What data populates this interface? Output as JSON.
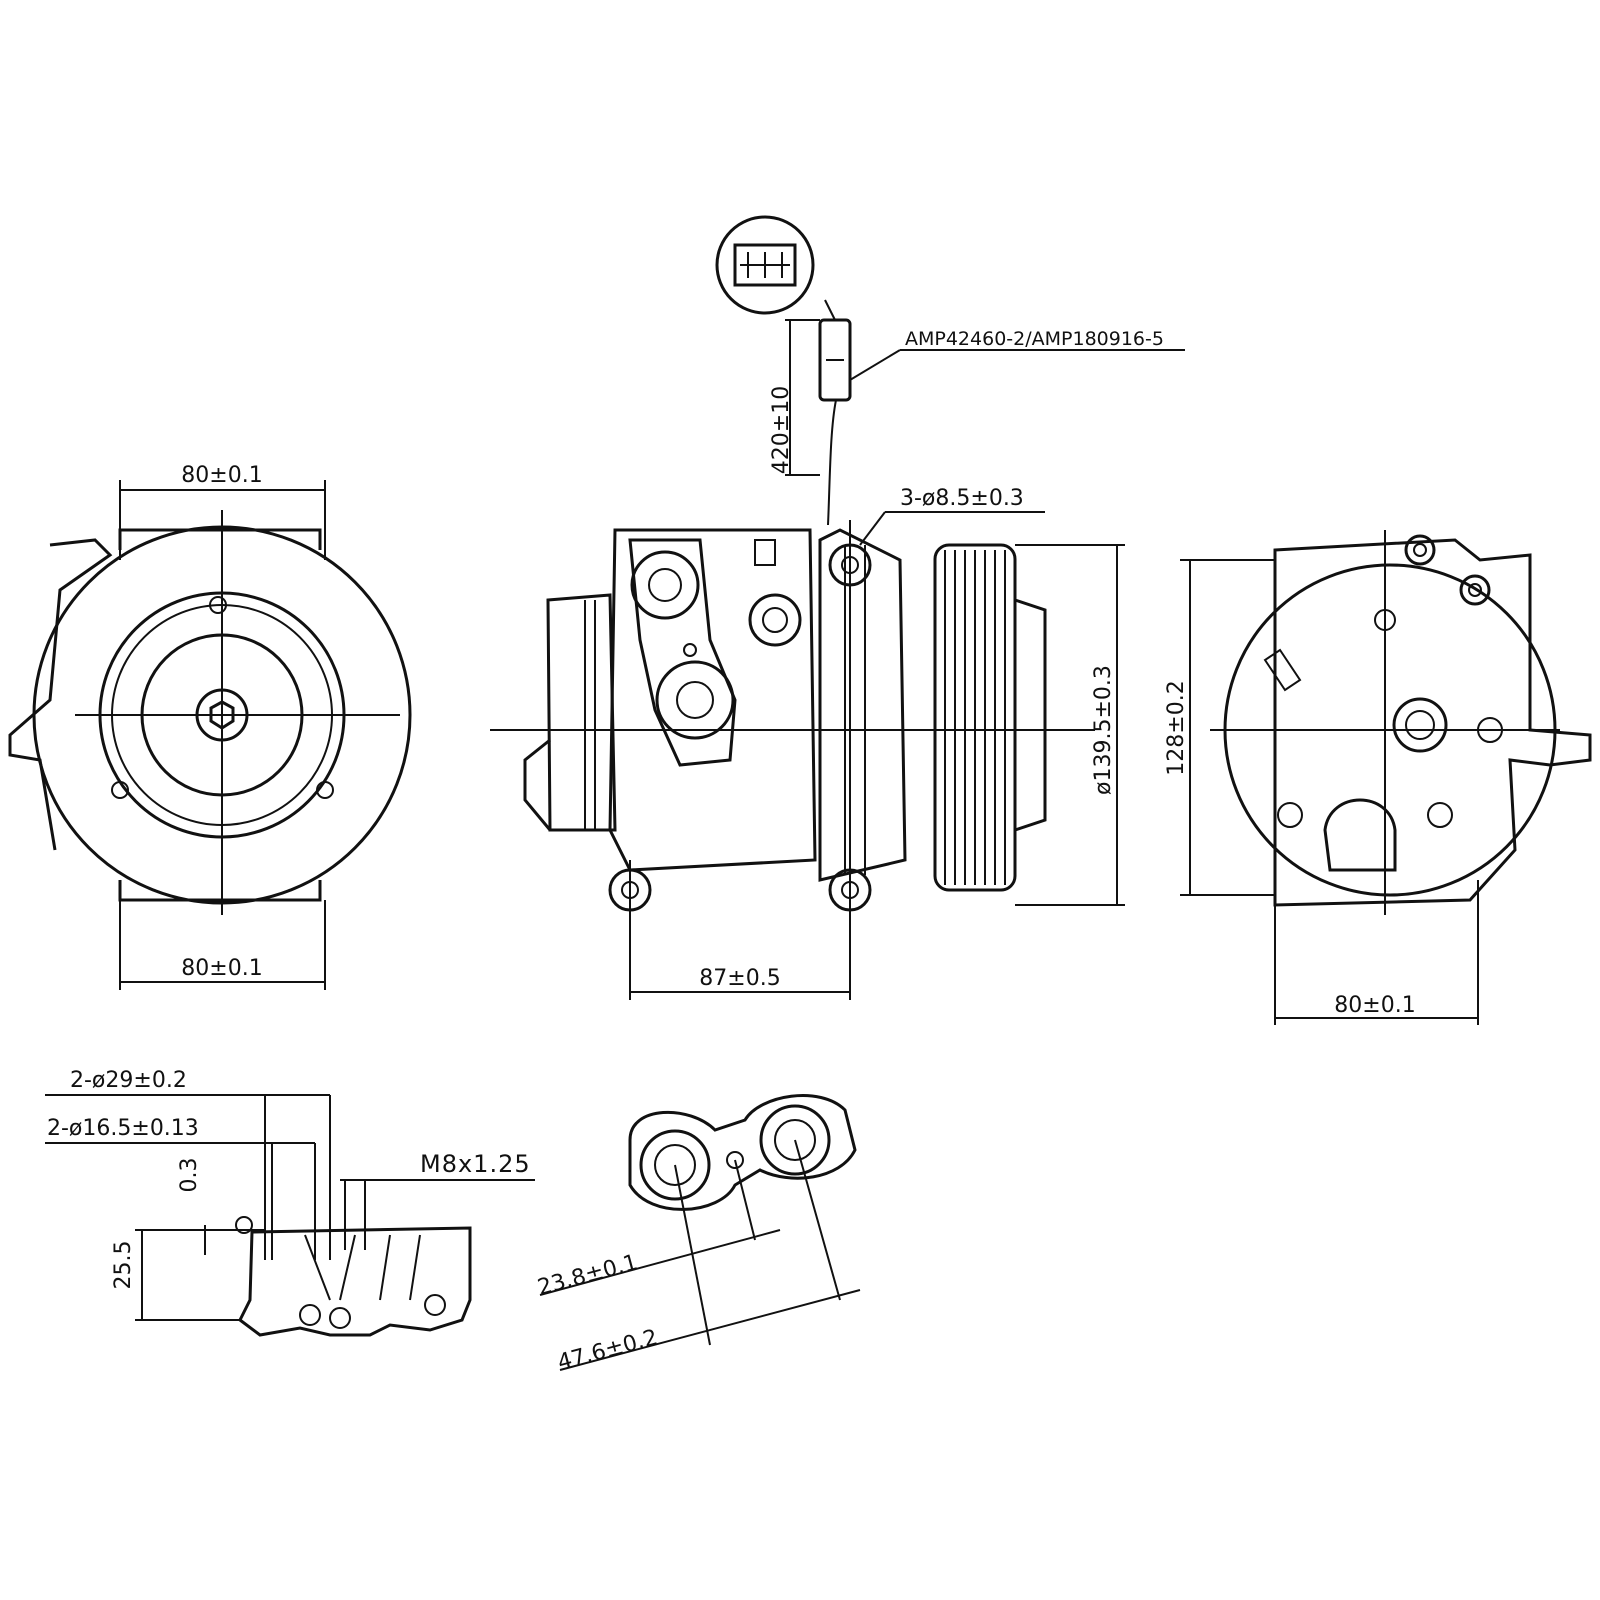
{
  "connector_label": "AMP42460-2/AMP180916-5",
  "dims": {
    "cable_length": "420±10",
    "mount_holes": "3-ø8.5±0.3",
    "front_width_top": "80±0.1",
    "front_width_bottom": "80±0.1",
    "pulley_diameter": "ø139.5±0.3",
    "mount_spacing": "87±0.5",
    "rear_height": "128±0.2",
    "rear_width": "80±0.1",
    "port_dia_outer": "2-ø29±0.2",
    "port_dia_inner": "2-ø16.5±0.13",
    "thread": "M8x1.25",
    "recess": "0.3",
    "height": "25.5",
    "port_offset": "23.8±0.1",
    "port_spacing": "47.6±0.2"
  }
}
